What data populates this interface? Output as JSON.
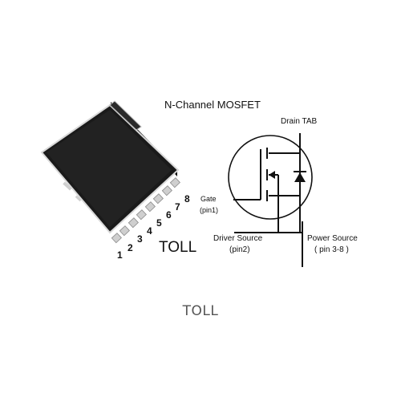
{
  "package": {
    "name": "TOLL",
    "pin_numbers": [
      "1",
      "2",
      "3",
      "4",
      "5",
      "6",
      "7",
      "8"
    ]
  },
  "schematic": {
    "title": "N-Channel MOSFET",
    "drain_label": "Drain TAB",
    "gate_label": "Gate",
    "gate_pin": "(pin1)",
    "driver_source_label": "Driver Source",
    "driver_source_pin": "(pin2)",
    "power_source_label": "Power Source",
    "power_source_pin": "( pin 3-8 )"
  },
  "caption": "TOLL",
  "colors": {
    "package_body": "#1a1a1a",
    "package_edge": "#d9d9d9",
    "line": "#111111",
    "caption": "#555555"
  }
}
